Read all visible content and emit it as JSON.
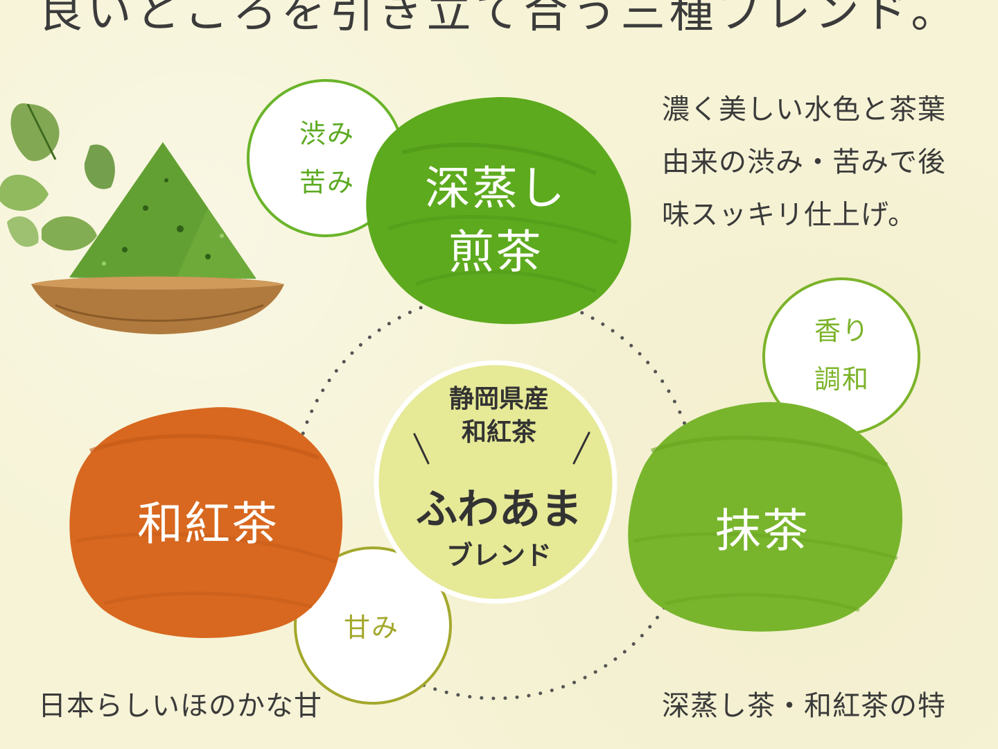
{
  "headline": "良いところを引き立て合う三種ブレンド。",
  "colors": {
    "background": "#f6f3d6",
    "sencha_green": "#5daa1e",
    "matcha_green": "#78b52c",
    "wakocha_orange": "#d8681f",
    "center_fill": "#e6e996",
    "dots": "#555555"
  },
  "center": {
    "origin_lines": [
      "静岡県産",
      "和紅茶"
    ],
    "name": "ふわあま",
    "sub": "ブレンド"
  },
  "teas": {
    "sencha": {
      "label_lines": [
        "深蒸し",
        "煎茶"
      ],
      "trait_lines": [
        "渋み",
        "苦み"
      ],
      "desc_lines": [
        "濃く美しい水色と茶葉",
        "由来の渋み・苦みで後",
        "味スッキリ仕上げ。"
      ]
    },
    "matcha": {
      "label_lines": [
        "抹茶"
      ],
      "trait_lines": [
        "香り",
        "調和"
      ],
      "desc_lines": [
        "深蒸し茶・和紅茶の特"
      ]
    },
    "wakocha": {
      "label_lines": [
        "和紅茶"
      ],
      "trait_lines": [
        "甘み"
      ],
      "desc_lines": [
        "日本らしいほのかな甘"
      ]
    }
  },
  "illustration": {
    "icon": "matcha-powder-bowl-icon"
  }
}
